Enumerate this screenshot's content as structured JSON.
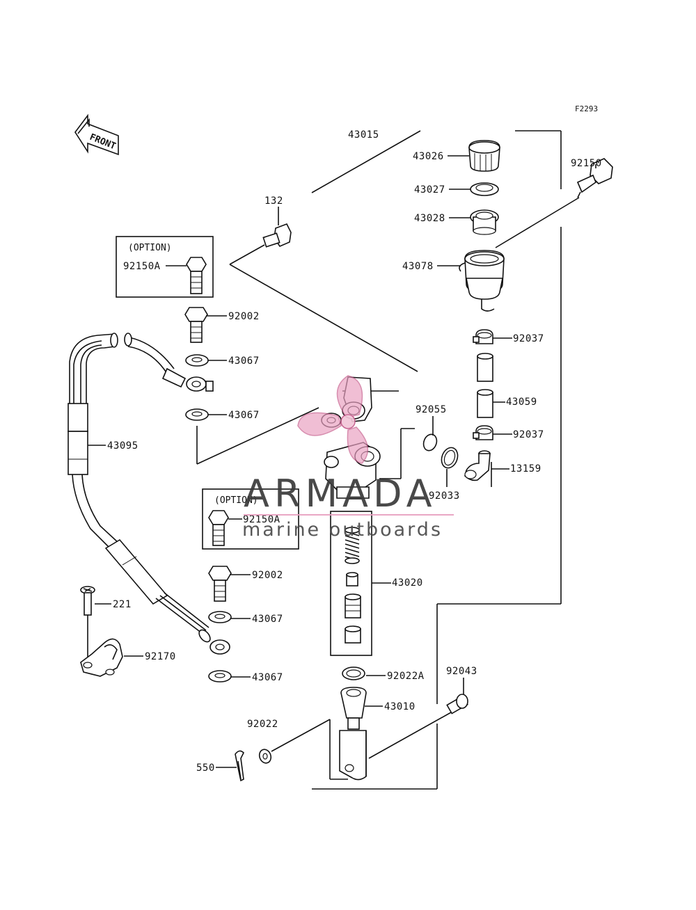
{
  "diagram": {
    "ref_code": "F2293",
    "front_label": "FRONT",
    "option_label": "(OPTION)",
    "parts": {
      "p43015": "43015",
      "p43026": "43026",
      "p43027": "43027",
      "p43028": "43028",
      "p43078": "43078",
      "p92150": "92150",
      "p132": "132",
      "p92150A_1": "92150A",
      "p92150A_2": "92150A",
      "p92002_1": "92002",
      "p92002_2": "92002",
      "p43067_1": "43067",
      "p43067_2": "43067",
      "p43067_3": "43067",
      "p43067_4": "43067",
      "p43095": "43095",
      "p92037_1": "92037",
      "p92037_2": "92037",
      "p43059": "43059",
      "p92055": "92055",
      "p13159": "13159",
      "p92033": "92033",
      "p43020": "43020",
      "p221": "221",
      "p92170": "92170",
      "p92022A": "92022A",
      "p92043": "92043",
      "p43010": "43010",
      "p92022": "92022",
      "p550": "550"
    }
  },
  "watermark": {
    "brand": "ARMADA",
    "tagline": "marine outboards",
    "accent_color": "#e8a0c0"
  }
}
